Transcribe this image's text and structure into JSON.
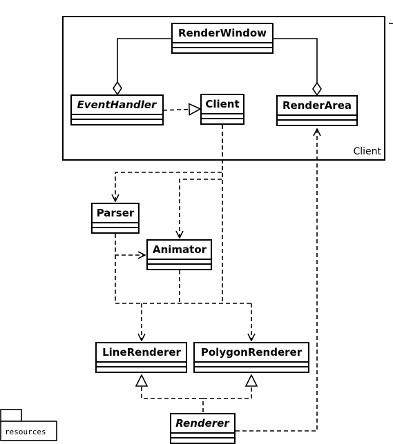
{
  "package": {
    "label": "Client"
  },
  "classes": {
    "render_window": {
      "name": "RenderWindow"
    },
    "event_handler": {
      "name": "EventHandler"
    },
    "client": {
      "name": "Client"
    },
    "render_area": {
      "name": "RenderArea"
    },
    "parser": {
      "name": "Parser"
    },
    "animator": {
      "name": "Animator"
    },
    "line_renderer": {
      "name": "LineRenderer"
    },
    "polygon_renderer": {
      "name": "PolygonRenderer"
    },
    "renderer": {
      "name": "Renderer"
    }
  },
  "folder": {
    "label": "resources"
  }
}
